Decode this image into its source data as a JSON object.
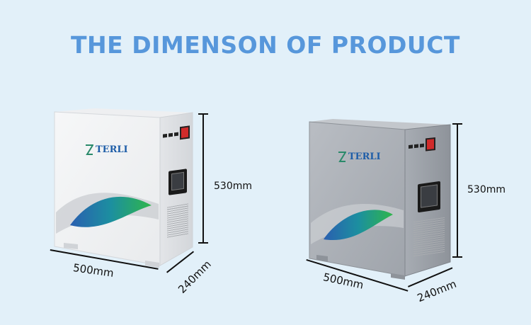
{
  "title": "THE DIMENSON OF PRODUCT",
  "colors": {
    "background": "#e2f0f9",
    "title": "#5797db"
  },
  "products": [
    {
      "finish": "white",
      "brand": "TERLI",
      "dimensions": {
        "height": "530mm",
        "width": "500mm",
        "depth": "240mm"
      }
    },
    {
      "finish": "silver",
      "brand": "TERLI",
      "dimensions": {
        "height": "530mm",
        "width": "500mm",
        "depth": "240mm"
      }
    }
  ]
}
